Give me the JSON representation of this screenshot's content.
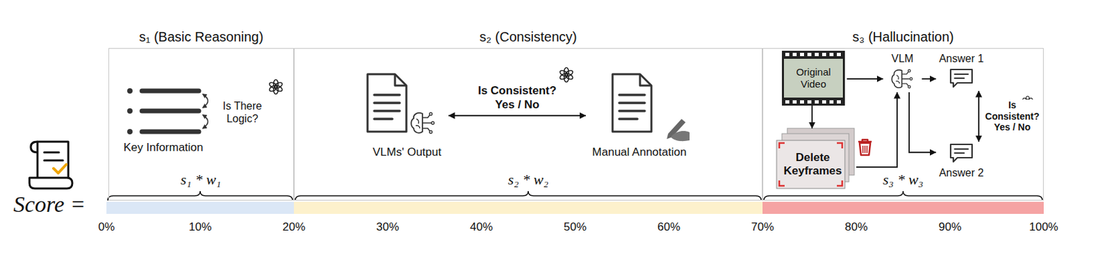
{
  "diagram": {
    "nodes": [
      {
        "text": [
          "s₁ (Basic Reasoning)"
        ]
      },
      {
        "text": [
          "s₂ (Consistency)"
        ]
      },
      {
        "text": [
          "s₃ (Hallucination)"
        ]
      },
      {
        "text": [
          "VLMs' Output"
        ],
        "in": 1
      },
      {
        "text": [
          "Manual Annotation"
        ],
        "in": 1
      },
      {
        "text": [
          "Original Video"
        ],
        "in": 2
      },
      {
        "text": [
          "Delete Keyframes"
        ],
        "in": 2
      },
      {
        "text": [
          "VLM"
        ],
        "in": 2
      },
      {
        "text": [
          "Answer 1"
        ],
        "in": 2
      },
      {
        "text": [
          "Answer 2"
        ],
        "in": 2
      }
    ],
    "edges": [
      {
        "from": 3,
        "to": 4,
        "label": "Is Consistent? Yes / No",
        "arrow": "both"
      },
      {
        "from": 5,
        "to": 7,
        "arrow": "to"
      },
      {
        "from": 5,
        "to": 6,
        "arrow": "to"
      },
      {
        "from": 6,
        "to": 7,
        "arrow": "to"
      },
      {
        "from": 7,
        "to": 8,
        "arrow": "to"
      },
      {
        "from": 7,
        "to": 9,
        "arrow": "to"
      },
      {
        "from": 8,
        "to": 9,
        "label": "Is Consistent? Yes / No",
        "arrow": "both"
      }
    ],
    "labels": [
      "Key Information",
      "Is There Logic?",
      "s₁ * w₁",
      "s₂ * w₂",
      "s₃ * w₃",
      "Score =",
      "0%",
      "10%",
      "20%",
      "30%",
      "40%",
      "50%",
      "60%",
      "70%",
      "80%",
      "90%",
      "100%"
    ]
  }
}
